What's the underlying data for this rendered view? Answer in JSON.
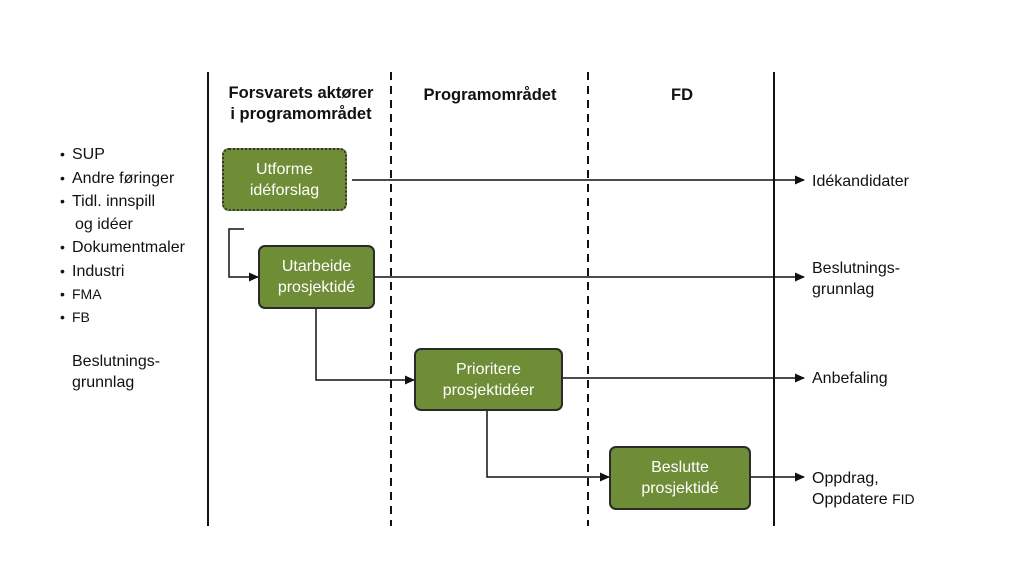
{
  "lanes": [
    {
      "title_line1": "Forsvarets aktører",
      "title_line2": "i programområdet"
    },
    {
      "title": "Programområdet"
    },
    {
      "title": "FD"
    }
  ],
  "inputs": {
    "items": [
      "SUP",
      "Andre føringer",
      "Tidl. innspill",
      "og idéer",
      "Dokumentmaler",
      "Industri",
      "FMA",
      "FB"
    ],
    "basis_line1": "Beslutnings-",
    "basis_line2": "grunnlag"
  },
  "process_steps": [
    {
      "line1": "Utforme",
      "line2": "idéforslag"
    },
    {
      "line1": "Utarbeide",
      "line2": "prosjektidé"
    },
    {
      "line1": "Prioritere",
      "line2": "prosjektidéer"
    },
    {
      "line1": "Beslutte",
      "line2": "prosjektidé"
    }
  ],
  "outputs": [
    {
      "line1": "Idékandidater"
    },
    {
      "line1": "Beslutnings-",
      "line2": "grunnlag"
    },
    {
      "line1": "Anbefaling"
    },
    {
      "line1": "Oppdrag,",
      "line2_main": "Oppdatere",
      "line2_small": "FID"
    }
  ],
  "colors": {
    "step_fill": "#6e8d36",
    "step_border": "#2a2a2a",
    "line": "#111111"
  }
}
